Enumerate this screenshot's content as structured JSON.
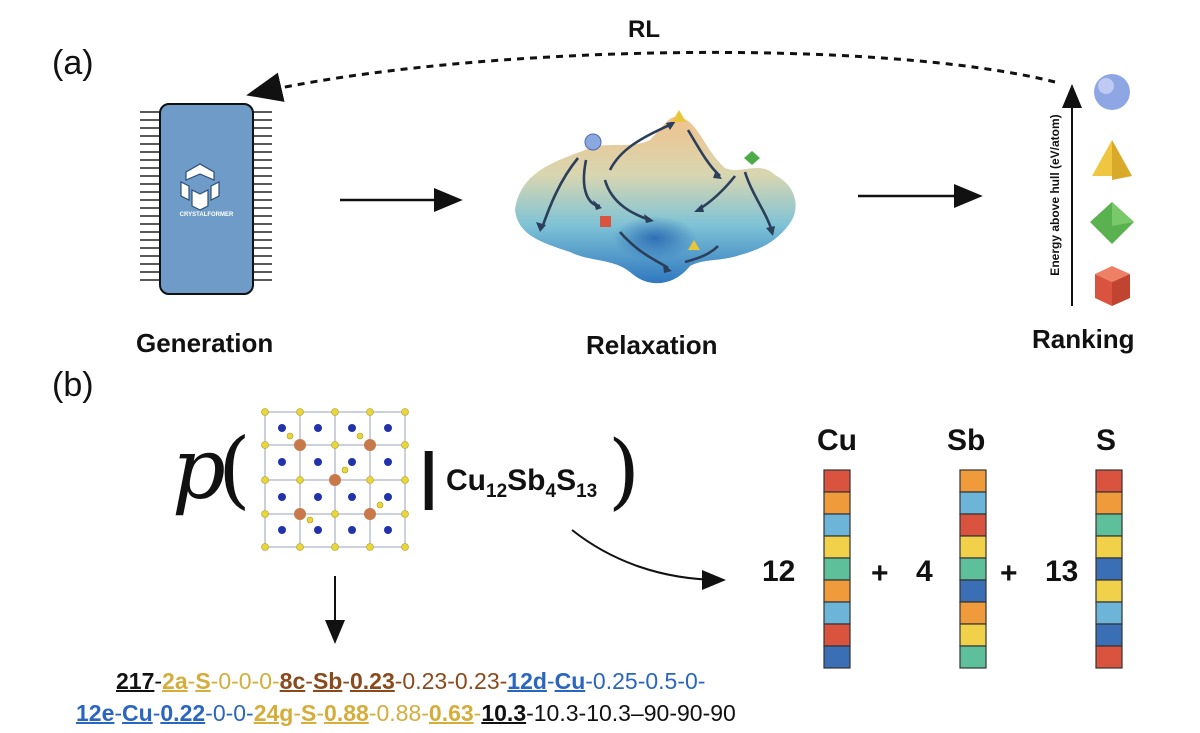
{
  "panel_a": {
    "label": "(a)",
    "rl_label": "RL",
    "generation": {
      "label": "Generation",
      "logo_text": "CRYSTALFORMER"
    },
    "relaxation": {
      "label": "Relaxation"
    },
    "ranking": {
      "label": "Ranking",
      "axis_label": "Energy above hull (eV/atom)"
    }
  },
  "panel_b": {
    "label": "(b)",
    "formula": {
      "p": "p",
      "open_paren": "(",
      "bar": "|",
      "close_paren": ")",
      "elements": [
        {
          "symbol": "Cu",
          "count": "12"
        },
        {
          "symbol": "Sb",
          "count": "4"
        },
        {
          "symbol": "S",
          "count": "13"
        }
      ]
    },
    "columns": [
      {
        "element": "Cu",
        "multiplier": "12",
        "colors": [
          "#d9533f",
          "#ef9b3c",
          "#6cb4d8",
          "#f1d14a",
          "#5dc09a",
          "#ef9b3c",
          "#6cb4d8",
          "#d9533f",
          "#3b6fb5"
        ]
      },
      {
        "element": "Sb",
        "multiplier": "4",
        "colors": [
          "#ef9b3c",
          "#6cb4d8",
          "#d9533f",
          "#f1d14a",
          "#5dc09a",
          "#3b6fb5",
          "#ef9b3c",
          "#f1d14a",
          "#5dc09a"
        ]
      },
      {
        "element": "S",
        "multiplier": "13",
        "colors": [
          "#d9533f",
          "#ef9b3c",
          "#5dc09a",
          "#f1d14a",
          "#3b6fb5",
          "#f1d14a",
          "#6cb4d8",
          "#3b6fb5",
          "#d9533f"
        ]
      }
    ],
    "plus_sign": "+",
    "sequence": {
      "line1": [
        {
          "t": "217",
          "c": "c-black",
          "u": true
        },
        {
          "t": "-",
          "c": "c-black"
        },
        {
          "t": "2a",
          "c": "c-gold",
          "u": true
        },
        {
          "t": "-",
          "c": "c-gold"
        },
        {
          "t": "S",
          "c": "c-gold",
          "u": true
        },
        {
          "t": "-0-0-0-",
          "c": "c-gold"
        },
        {
          "t": "8c",
          "c": "c-brown",
          "u": true
        },
        {
          "t": "-",
          "c": "c-brown"
        },
        {
          "t": "Sb",
          "c": "c-brown",
          "u": true
        },
        {
          "t": "-",
          "c": "c-brown"
        },
        {
          "t": "0.23",
          "c": "c-brown",
          "u": true
        },
        {
          "t": "-0.23-0.23-",
          "c": "c-brown"
        },
        {
          "t": "12d",
          "c": "c-blue",
          "u": true
        },
        {
          "t": "-",
          "c": "c-blue"
        },
        {
          "t": "Cu",
          "c": "c-blue",
          "u": true
        },
        {
          "t": "-0.25-0.5-0-",
          "c": "c-blue"
        }
      ],
      "line2": [
        {
          "t": "12e",
          "c": "c-blue",
          "u": true
        },
        {
          "t": "-",
          "c": "c-blue"
        },
        {
          "t": "Cu",
          "c": "c-blue",
          "u": true
        },
        {
          "t": "-",
          "c": "c-blue"
        },
        {
          "t": "0.22",
          "c": "c-blue",
          "u": true
        },
        {
          "t": "-0-0-",
          "c": "c-blue"
        },
        {
          "t": "24g",
          "c": "c-gold",
          "u": true
        },
        {
          "t": "-",
          "c": "c-gold"
        },
        {
          "t": "S",
          "c": "c-gold",
          "u": true
        },
        {
          "t": "-",
          "c": "c-gold"
        },
        {
          "t": "0.88",
          "c": "c-gold",
          "u": true
        },
        {
          "t": "-0.88-",
          "c": "c-gold"
        },
        {
          "t": "0.63",
          "c": "c-gold",
          "u": true
        },
        {
          "t": "-",
          "c": "c-gold"
        },
        {
          "t": "10.3",
          "c": "c-black",
          "u": true
        },
        {
          "t": "-10.3-10.3–90-90-90",
          "c": "c-black"
        }
      ]
    }
  }
}
